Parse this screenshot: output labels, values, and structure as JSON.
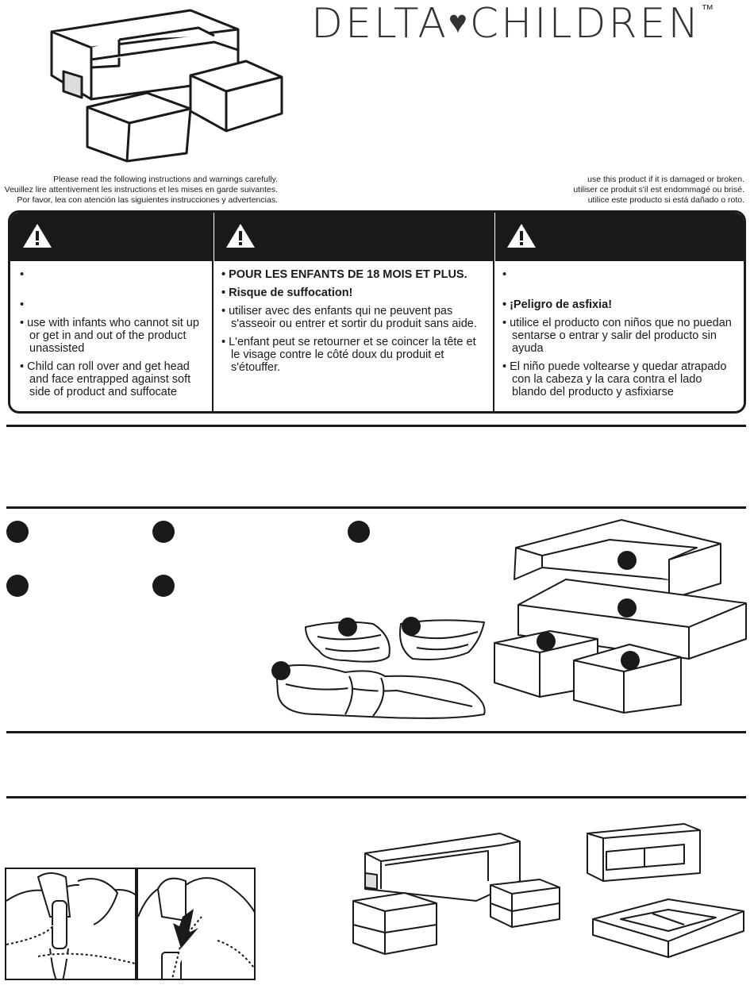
{
  "brand": {
    "part1": "DELTA",
    "heart": "♥",
    "part2": "CHILDREN",
    "tm": "™"
  },
  "notes_left": [
    "Please read the following instructions and warnings carefully.",
    "Veuillez lire attentivement les instructions et les mises en garde suivantes.",
    "Por favor, lea con atención las siguientes instrucciones y advertencias."
  ],
  "notes_right": [
    "use this product if it is damaged or broken.",
    "utiliser ce produit s'il est endommagé ou brisé.",
    "utilice este producto si está dañado o roto."
  ],
  "warning": {
    "icon": "warning-triangle-icon",
    "english": [
      {
        "text": "•",
        "bold": false
      },
      {
        "text": "•",
        "bold": false
      },
      {
        "text": "•           use with infants who cannot sit up or get in and out of the product unassisted",
        "bold": false
      },
      {
        "text": "• Child can roll over and get head and face entrapped against soft side of product and suffocate",
        "bold": false
      }
    ],
    "french": [
      {
        "text": "• POUR LES ENFANTS DE 18 MOIS ET PLUS.",
        "bold": true
      },
      {
        "text": "• Risque de suffocation!",
        "bold": true
      },
      {
        "text": "•                   utiliser avec des enfants qui ne peuvent pas s'asseoir ou entrer et sortir du produit sans aide.",
        "bold": false
      },
      {
        "text": "• L'enfant peut se retourner et se coincer la tête et le visage contre le côté doux du produit et s'étouffer.",
        "bold": false
      }
    ],
    "spanish": [
      {
        "text": "•",
        "bold": false
      },
      {
        "text": "• ¡Peligro de asfixia!",
        "bold": true
      },
      {
        "text": "•              utilice el producto con niños que no puedan sentarse o entrar y salir del producto sin ayuda",
        "bold": false
      },
      {
        "text": "• El niño puede voltearse y quedar atrapado con la cabeza y la cara contra el lado blando del producto y asfixiarse",
        "bold": false
      }
    ]
  }
}
